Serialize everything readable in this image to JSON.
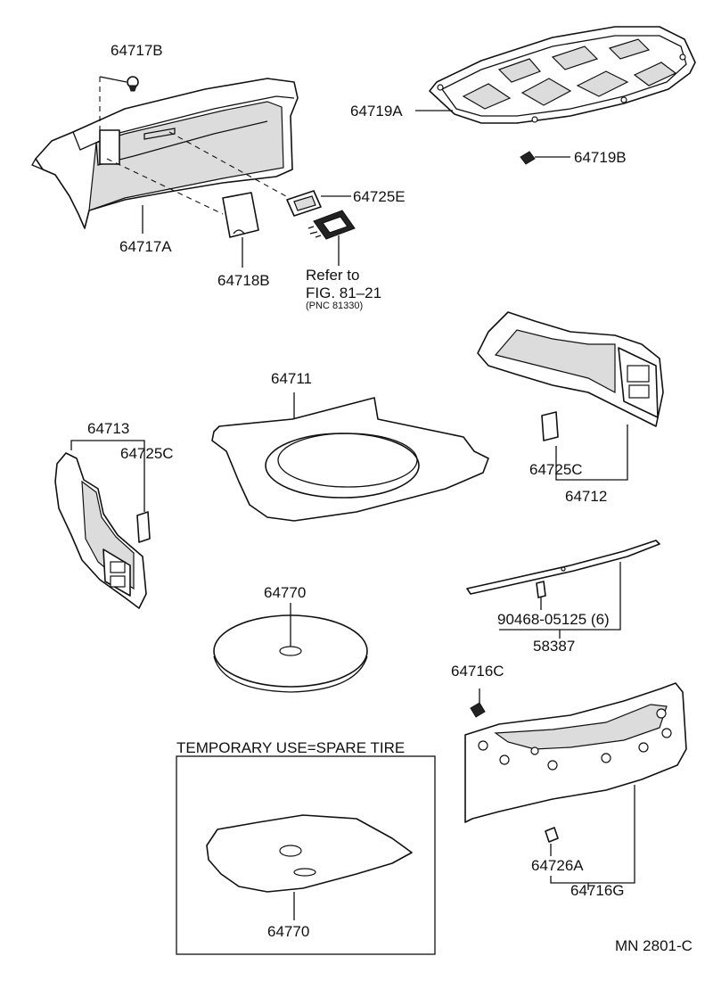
{
  "labels": {
    "p64717B": "64717B",
    "p64717A": "64717A",
    "p64718B": "64718B",
    "p64725E": "64725E",
    "p64719A": "64719A",
    "p64719B": "64719B",
    "p64711": "64711",
    "p64713": "64713",
    "p64725C_left": "64725C",
    "p64725C_right": "64725C",
    "p64712": "64712",
    "p64770_top": "64770",
    "p90468": "90468-05125 (6)",
    "p58387": "58387",
    "p64716C": "64716C",
    "p64726A": "64726A",
    "p64716G": "64716G",
    "p64770_bottom": "64770"
  },
  "refer": {
    "line1": "Refer to",
    "line2": "FIG. 81–21",
    "line3": "(PNC 81330)"
  },
  "inset_title": "TEMPORARY USE=SPARE TIRE",
  "figure_code": "MN 2801-C"
}
